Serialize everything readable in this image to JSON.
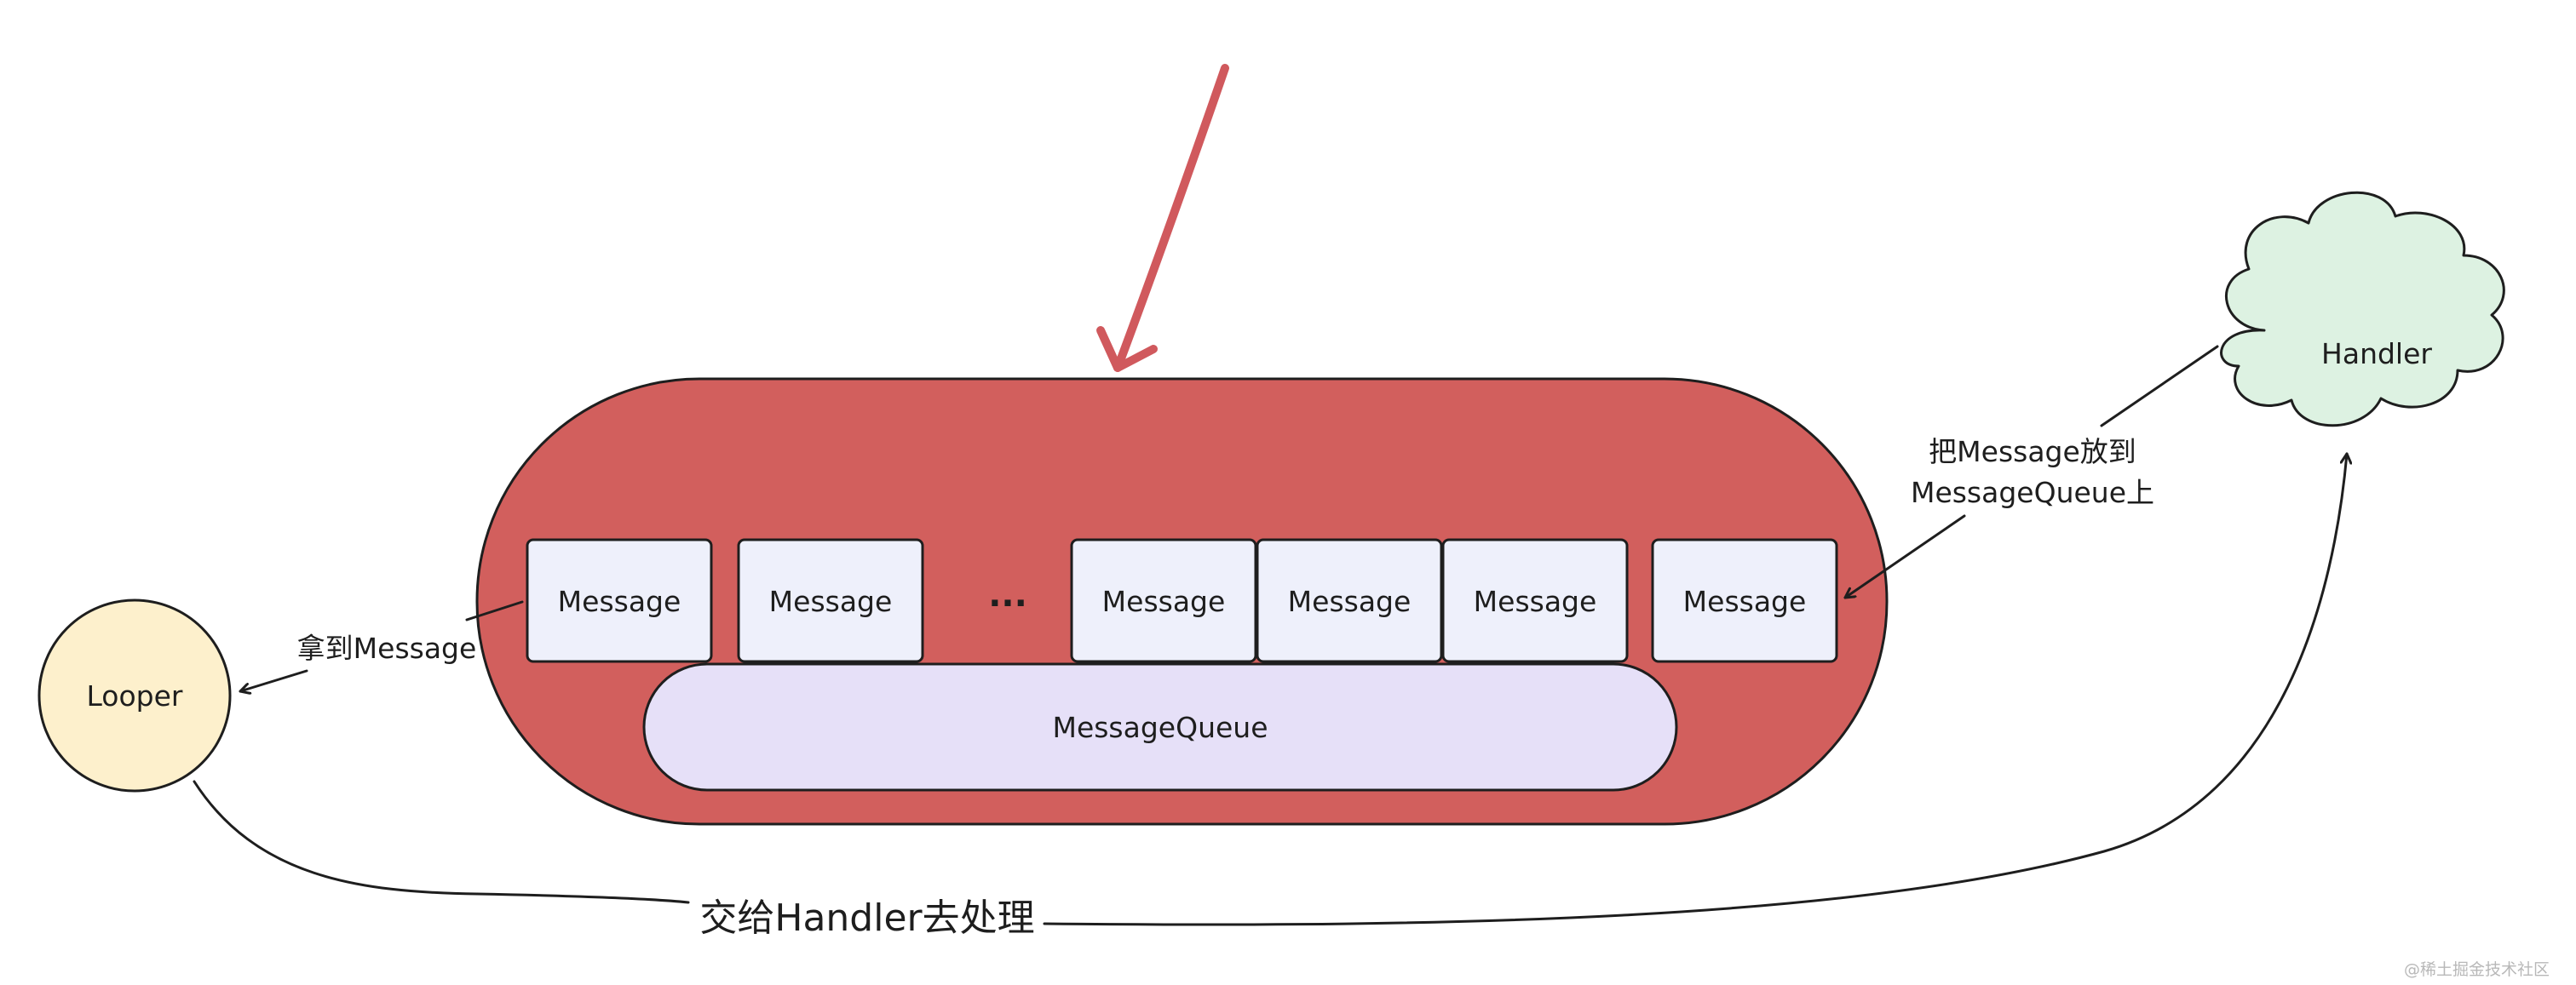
{
  "nodes": {
    "looper": "Looper",
    "handler": "Handler",
    "queue": "MessageQueue",
    "ellipsis": "..."
  },
  "messages": [
    "Message",
    "Message",
    "Message",
    "Message",
    "Message",
    "Message"
  ],
  "edges": {
    "take_message": "拿到Message",
    "put_message_line1": "把Message放到",
    "put_message_line2": "MessageQueue上",
    "dispatch": "交给Handler去处理"
  },
  "watermark": "@稀土掘金技术社区",
  "colors": {
    "container_fill": "#d25f5d",
    "message_fill": "#eef0fb",
    "queue_fill": "#e6e0f8",
    "looper_fill": "#fdf0cc",
    "handler_fill": "#ddf2e2",
    "pointer_arrow": "#d0595d",
    "stroke": "#1e1e1e"
  }
}
